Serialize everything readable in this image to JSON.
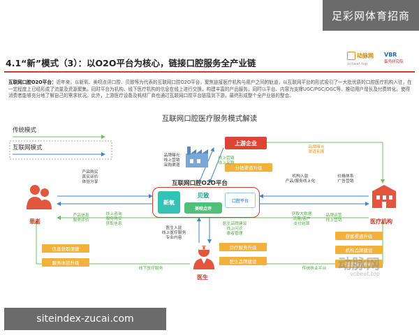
{
  "watermark_top": "足彩网体育招商",
  "watermark_bottom": "siteindex-zucai.com",
  "slide": {
    "title": "4.1“新”模式（3）：以O2O平台为核心，链接口腔服务全产业链",
    "logo_left": {
      "name": "动脉网",
      "sub": "vcbeat.top"
    },
    "logo_right": {
      "name": "VBR",
      "sub": "蛋壳研究院"
    },
    "intro_lead": "互联网口腔O2O平台：",
    "intro_text": "近年来，以新氧、美呗点评口腔、贝致等为代表的互联网口腔O2O平台，聚焦链接医疗机构与用户之间的轨道，以互联网平台的形式吸引了一大批优质的口腔医疗机构入驻，在一定程度上已经形成了流量及资源聚集。同时平台为机构、线下医疗机构的信息在线上进行交换，构建丰富的产品服务，同时以平台、内容为支撑UGC/PGC/OGC等，推动用户增长及付费转化。使得消费者能够充分地了解自己的需求状况。此外，上游医疗设备及耗材厂商也通过互联网口腔平台链接到下游，最终形成整个全产业链的整合。"
  },
  "diagram": {
    "title": "互联网口腔医疗服务模式解读",
    "legend_traditional": "传统模式",
    "legend_internet": "互联网模式",
    "center_label": "互联网口腔O2O平台",
    "platforms": [
      "新氧",
      "贝致",
      "美呗点评",
      "口腔平台"
    ],
    "nodes": {
      "patient": "患者",
      "upstream": "上游企业",
      "institution": "医疗机构",
      "doctor": "医生"
    },
    "notes": {
      "patient_top": "产品购买\n真实评价\n体验分享",
      "platform_top_left": "品牌曝光\n线上营销\n采购渠道",
      "platform_top_right": "线上营销\n线上采购",
      "upstream_right": "品牌曝光\n渠道拓展",
      "inst_left": "机构入驻\n产品/服务线上化",
      "inst_right": "价格体系\n广告营销",
      "patient_bottom_left": "产品信息\n服务评价",
      "patient_bottom_right": "线上咨询\n服务购买\n获取信息",
      "doctor_left": "医生入驻\n线上医疗服务\n专业内容",
      "doctor_right": "医生品牌建设\n线上问诊\n患者管理",
      "inst_bottom_left": "获取大数据\n流量/客户\n支付结算",
      "inst_bottom_right": "品牌运营\n线上营销",
      "doctor_bottom_left": "线下医疗服务",
      "doctor_bottom_right": "传统执业平台"
    },
    "orange_boxes": {
      "upstream_benefit": "分销渠道升级",
      "patient_benefit_1": "信息获取便捷",
      "patient_benefit_2": "服务体验升级",
      "doctor_benefit_1": "诊疗服务升级",
      "doctor_benefit_2": "医生品牌建设",
      "inst_benefit_1": "获客渠道升级",
      "inst_benefit_2": "机构品牌建设",
      "inst_benefit_3": "运营模式升级"
    }
  },
  "watermark_vb": {
    "name": "动脉网",
    "sub": "vcbeat.top"
  },
  "colors": {
    "accent_red": "#d33b2c",
    "orange": "#f2b13b",
    "green": "#6bc25a",
    "blue": "#3f86c9"
  }
}
